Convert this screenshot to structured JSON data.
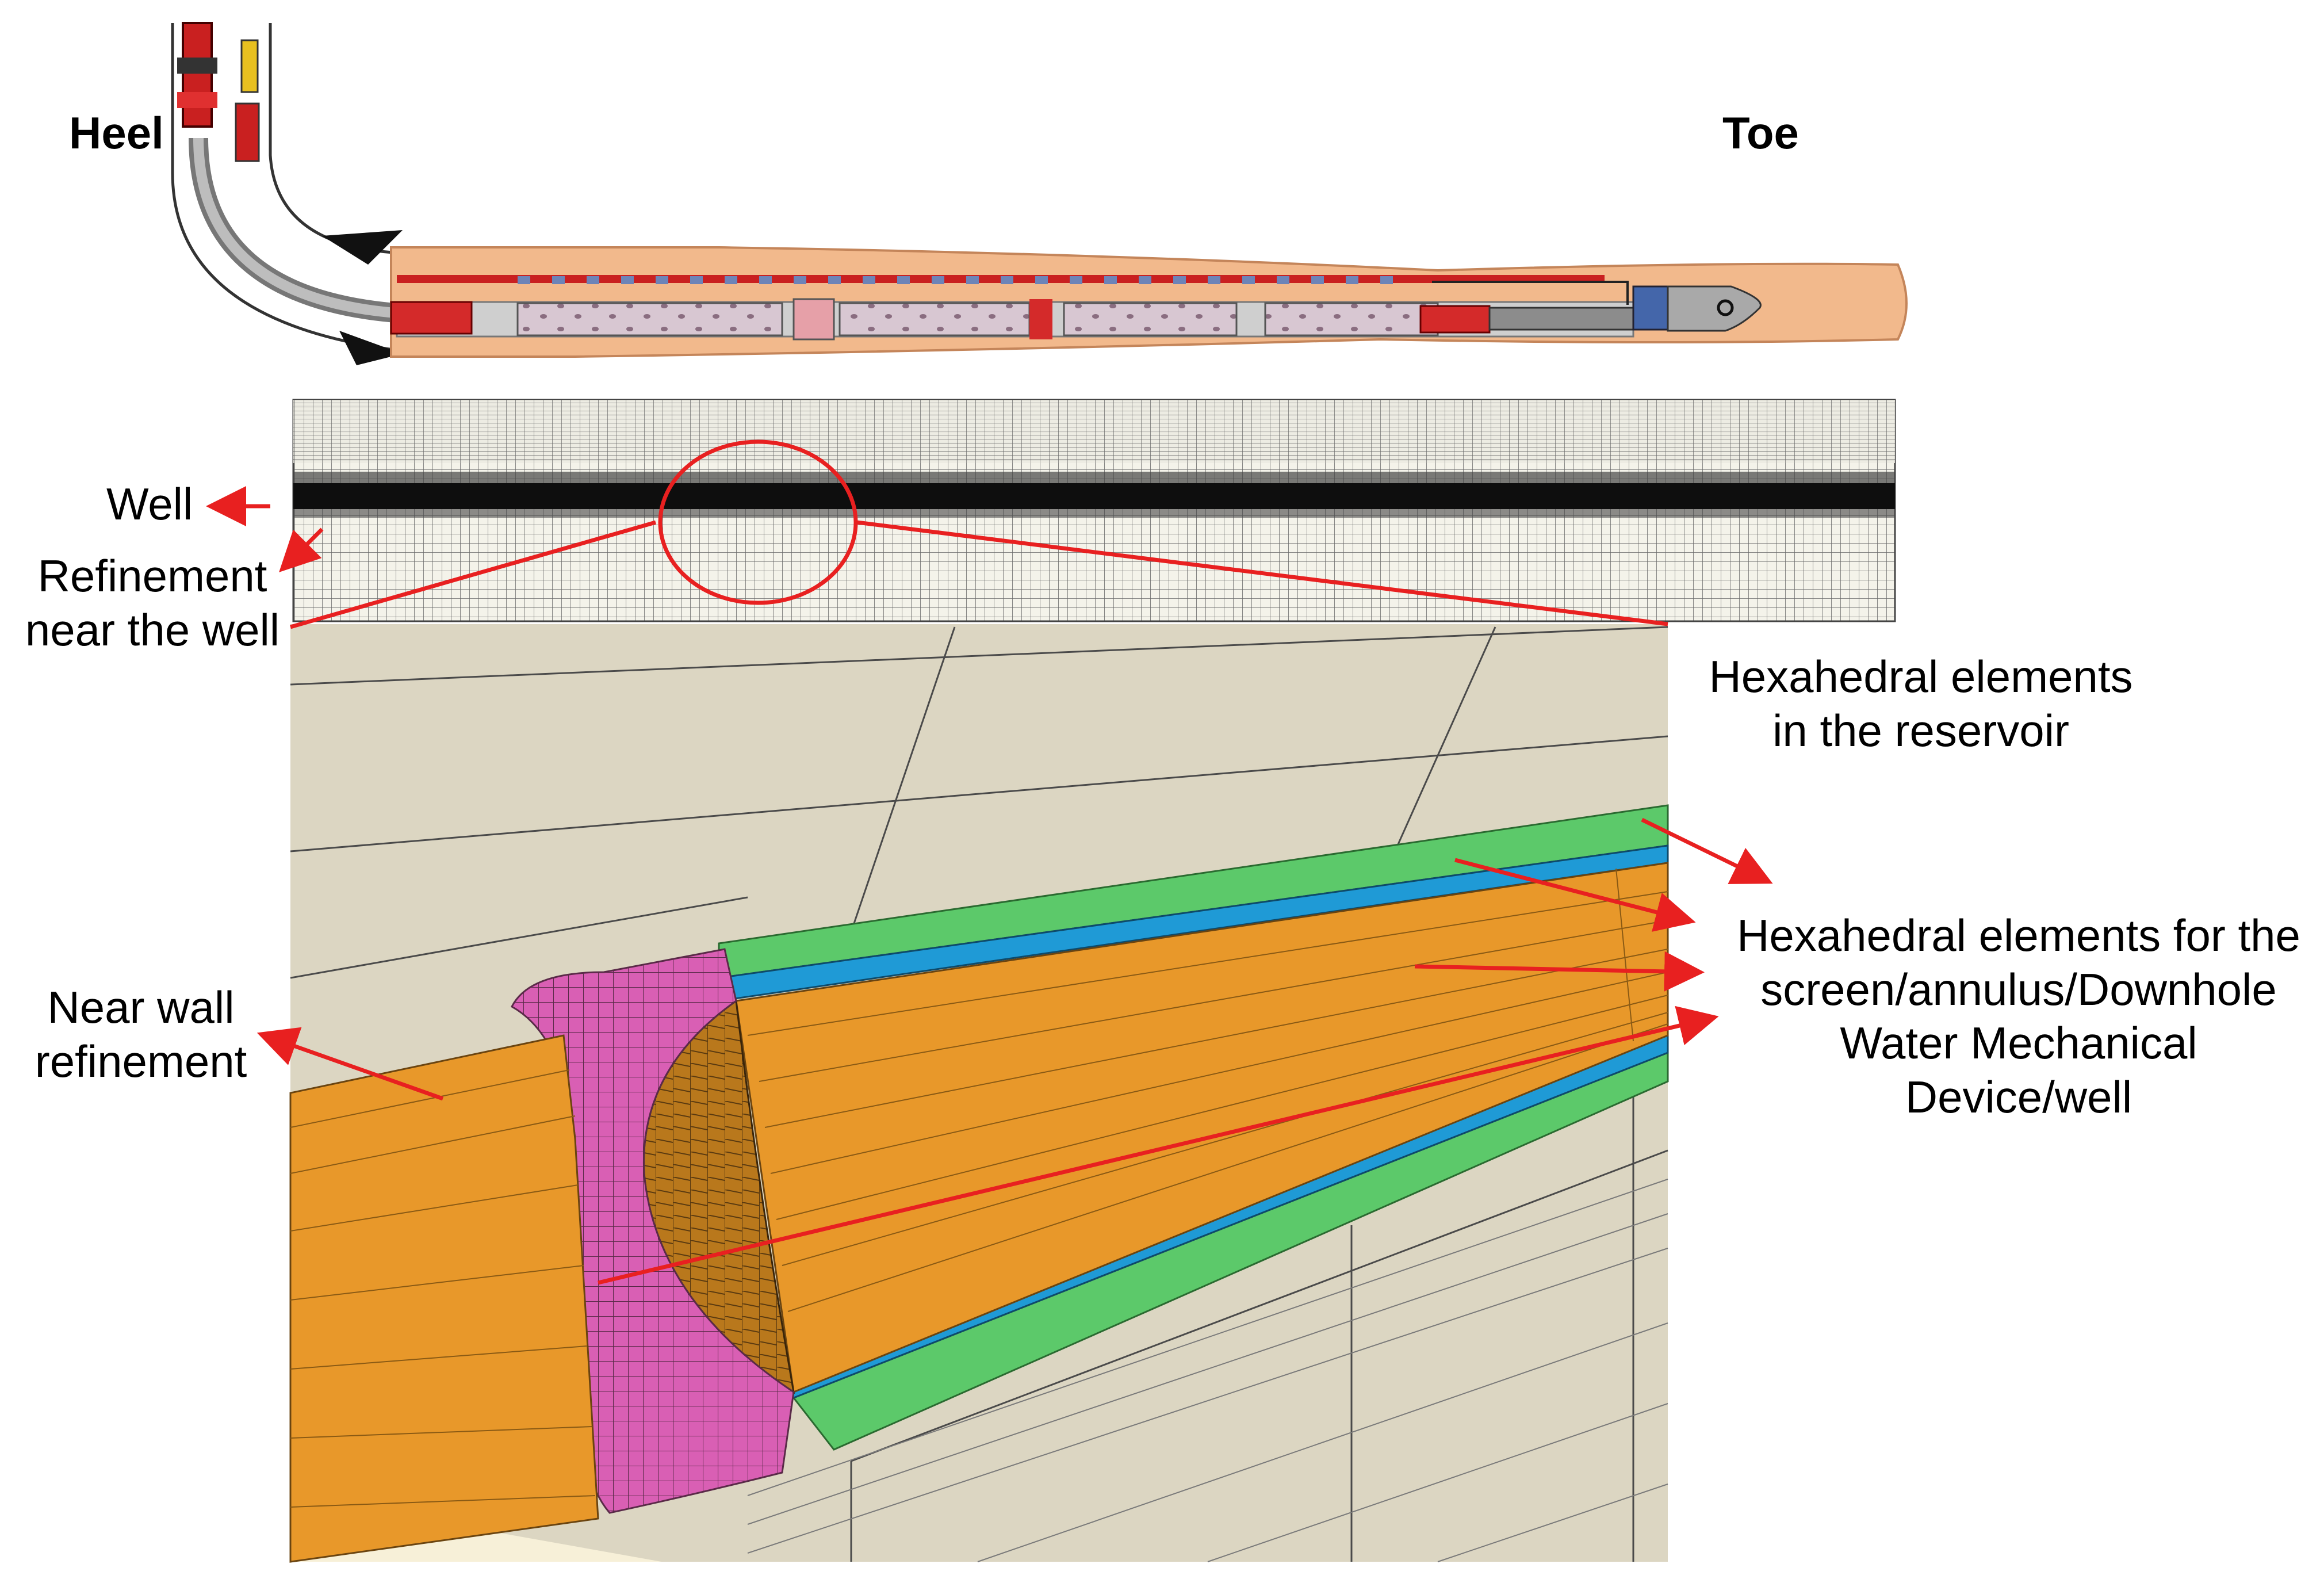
{
  "labels": {
    "heel": "Heel",
    "toe": "Toe",
    "well": "Well",
    "refinement_line1": "Refinement",
    "refinement_line2": "near the well",
    "hex_reservoir_line1": "Hexahedral elements",
    "hex_reservoir_line2": "in the reservoir",
    "hex_screen_line1": "Hexahedral elements for the",
    "hex_screen_line2": "screen/annulus/Downhole",
    "hex_screen_line3": "Water Mechanical",
    "hex_screen_line4": "Device/well",
    "near_wall_line1": "Near wall",
    "near_wall_line2": "refinement"
  },
  "colors": {
    "pipe_orange": "#E8982A",
    "well_sleeve": "#F2B98C",
    "screen_green": "#5CC96A",
    "annulus_blue": "#1F9AD6",
    "device_magenta": "#D95FB4",
    "reservoir_beige": "#DCD6C2",
    "arrow_red": "#E82020",
    "mesh_dark": "#111111"
  }
}
